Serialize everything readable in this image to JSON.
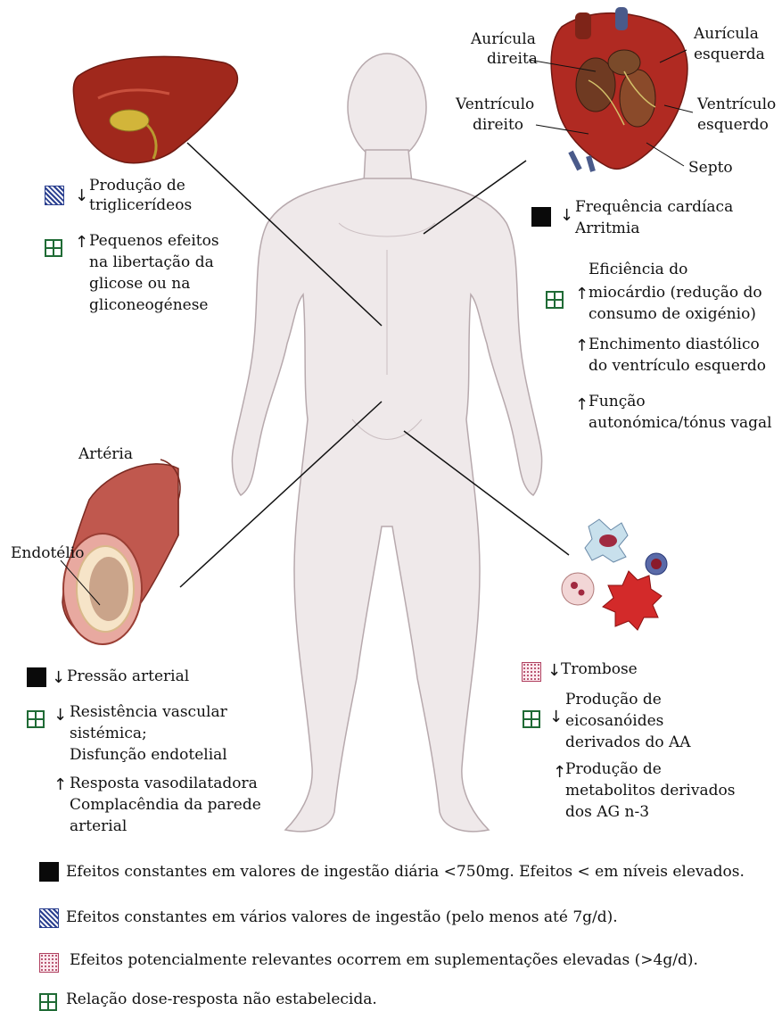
{
  "heart_labels": {
    "auricula_direita": [
      "Aurícula",
      "direita"
    ],
    "auricula_esquerda": [
      "Aurícula",
      "esquerda"
    ],
    "ventriculo_direito": [
      "Ventrículo",
      "direito"
    ],
    "ventriculo_esquerdo": [
      "Ventrículo",
      "esquerdo"
    ],
    "septo": "Septo"
  },
  "artery_labels": {
    "arteria": "Artéria",
    "endotelio": "Endotélio"
  },
  "liver_effects": {
    "producao": [
      "Produção de",
      "triglicerídeos"
    ],
    "pequenos": [
      "Pequenos efeitos",
      "na libertação da",
      "glicose ou na",
      "gliconeogénese"
    ]
  },
  "heart_effects": {
    "frequencia": [
      "Frequência cardíaca",
      "Arritmia"
    ],
    "eficiencia": [
      "Eficiência do",
      "miocárdio (redução do",
      "consumo de oxigénio)"
    ],
    "enchimento": [
      "Enchimento diastólico",
      "do ventrículo esquerdo"
    ],
    "funcao": [
      "Função",
      "autonómica/tónus vagal"
    ]
  },
  "artery_effects": {
    "pressao": "Pressão arterial",
    "resistencia": [
      "Resistência vascular",
      "sistémica;",
      "Disfunção endotelial"
    ],
    "resposta": [
      "Resposta vasodilatadora",
      "Complacêndia da parede",
      "arterial"
    ]
  },
  "blood_effects": {
    "trombose": "Trombose",
    "producao_eico": [
      "Produção de",
      "eicosanóides",
      "derivados do AA"
    ],
    "producao_meta": [
      "Produção de",
      "metabolitos derivados",
      "dos AG n-3"
    ]
  },
  "legend": [
    {
      "icon": "black-square",
      "text": "Efeitos constantes em valores de ingestão diária <750mg. Efeitos < em níveis elevados."
    },
    {
      "icon": "hatched-square",
      "text": "Efeitos constantes em vários valores de ingestão (pelo menos até 7g/d)."
    },
    {
      "icon": "dotted-square",
      "text": "Efeitos potencialmente relevantes ocorrem em suplementações elevadas (>4g/d)."
    },
    {
      "icon": "grid-square",
      "text": "Relação dose-resposta não estabelecida."
    }
  ],
  "arrows": {
    "down": "↓",
    "up": "↑"
  },
  "colors": {
    "black": "#0a0a0a",
    "green": "#1f6b35",
    "blue": "#2a3f8f",
    "pink": "#b04060",
    "body": "#efe9ea",
    "liver": "#a0281c",
    "heart": "#b02a22"
  }
}
